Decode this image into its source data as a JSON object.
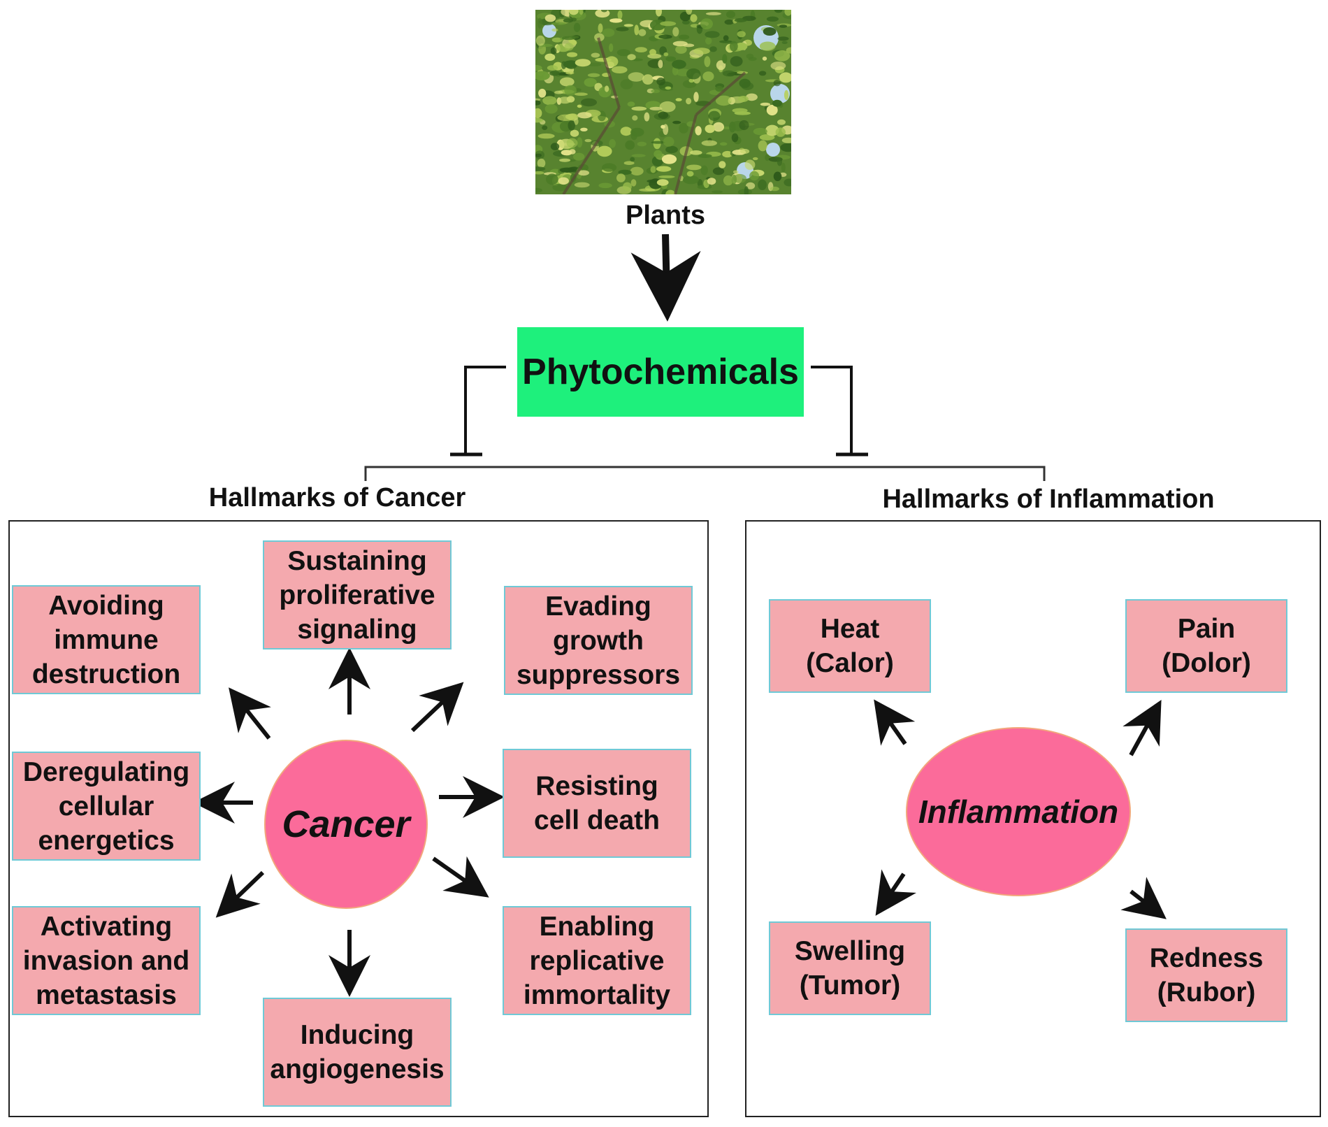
{
  "plants": {
    "label": "Plants"
  },
  "phytochemicals": {
    "label": "Phytochemicals",
    "color": "#1ef07c"
  },
  "cancer_panel": {
    "title": "Hallmarks of Cancer",
    "center": "Cancer",
    "hallmarks": [
      "Sustaining\nproliferative\nsignaling",
      "Evading\ngrowth\nsuppressors",
      "Resisting\ncell death",
      "Enabling\nreplicative\nimmortality",
      "Inducing\nangiogenesis",
      "Activating\ninvasion and\nmetastasis",
      "Deregulating\ncellular\nenergetics",
      "Avoiding\nimmune\ndestruction"
    ]
  },
  "inflammation_panel": {
    "title": "Hallmarks of Inflammation",
    "center": "Inflammation",
    "hallmarks": [
      "Heat\n(Calor)",
      "Pain\n(Dolor)",
      "Swelling\n(Tumor)",
      "Redness\n(Rubor)"
    ]
  },
  "colors": {
    "box_fill": "#f4a9ae",
    "box_border": "#6fc9d6",
    "center_fill": "#fb6b9a"
  }
}
